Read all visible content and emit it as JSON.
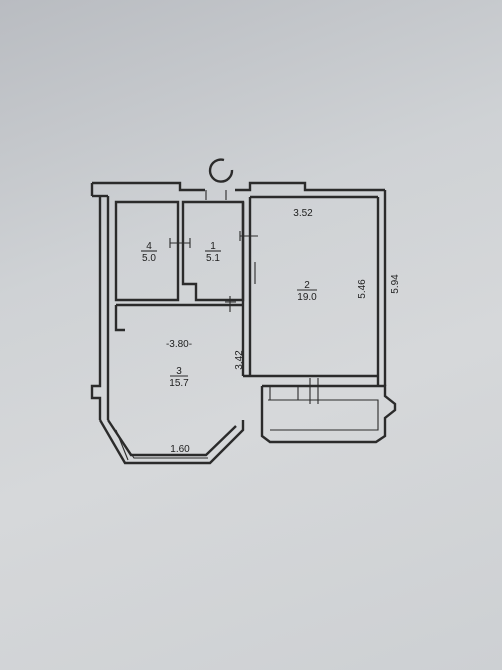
{
  "rooms": [
    {
      "number": "1",
      "area": "5.1"
    },
    {
      "number": "2",
      "area": "19.0"
    },
    {
      "number": "3",
      "area": "15.7"
    },
    {
      "number": "4",
      "area": "5.0"
    }
  ],
  "dimensions": {
    "room2_width": "3.52",
    "room2_inner_length": "5.46",
    "room2_outer_length": "5.94",
    "room3_width": "-3.80-",
    "room3_depth": "3.42",
    "bay_width": "1.60"
  },
  "colors": {
    "paper": "#d3d5d8",
    "ink": "#2b2b2b"
  }
}
